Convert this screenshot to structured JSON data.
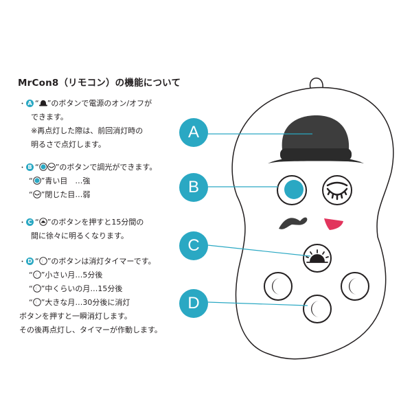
{
  "title": "MrCon8（リモコン）の機能について",
  "bullet_char": "・",
  "sections": [
    {
      "tag": "A",
      "lines": [
        {
          "pre": "“",
          "icon": "bowler-hat-icon",
          "post": "”のボタンで電源のオン/オフが"
        },
        {
          "text": "できます。"
        },
        {
          "text": "※再点灯した際は、前回消灯時の"
        },
        {
          "text": "明るさで点灯します。"
        }
      ]
    },
    {
      "tag": "B",
      "lines": [
        {
          "pre": "“",
          "icon": "blue-eye-icon",
          "icon2": "closed-eye-icon",
          "post": "”のボタンで調光ができます。"
        },
        {
          "pre": "“",
          "icon": "blue-eye-icon",
          "post": "”青い目　…強"
        },
        {
          "pre": "“",
          "icon": "closed-eye-icon",
          "post": "”閉じた目…弱"
        }
      ]
    },
    {
      "tag": "C",
      "lines": [
        {
          "pre": "“",
          "icon": "sunrise-icon",
          "post": "”のボタンを押すと15分間の"
        },
        {
          "text": "間に徐々に明るくなります。"
        }
      ]
    },
    {
      "tag": "D",
      "lines": [
        {
          "pre": "“",
          "icon": "moon-icon",
          "post": "”のボタンは消灯タイマーです。"
        },
        {
          "pre": "“",
          "icon": "moon-icon",
          "post": "”小さい月…5分後"
        },
        {
          "pre": "“",
          "icon": "moon-icon",
          "post": "”中くらいの月…15分後"
        },
        {
          "pre": "“",
          "icon": "moon-icon",
          "post": "”大きな月…30分後に消灯"
        },
        {
          "text": "ボタンを押すと一瞬消灯します。"
        },
        {
          "text": "その後再点灯し、タイマーが作動します。"
        }
      ]
    }
  ],
  "callouts": [
    "A",
    "B",
    "C",
    "D"
  ],
  "colors": {
    "accent": "#2aa8c3",
    "dark": "#231f20",
    "lips": "#e2355d"
  }
}
